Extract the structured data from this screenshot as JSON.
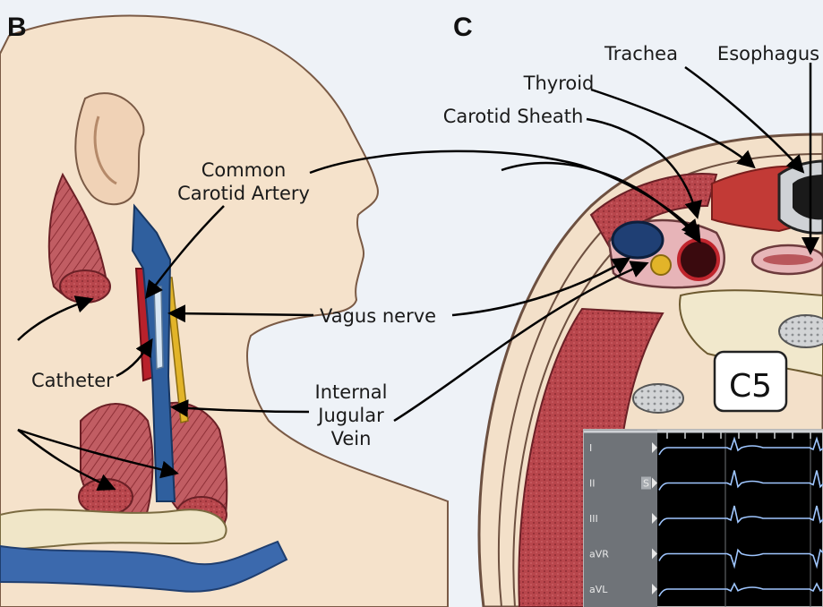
{
  "panels": {
    "left": "B",
    "right": "C"
  },
  "labels_left": {
    "cca_line1": "Common",
    "cca_line2": "Carotid Artery",
    "vagus": "Vagus nerve",
    "catheter": "Catheter",
    "ijv_line1": "Internal",
    "ijv_line2": "Jugular",
    "ijv_line3": "Vein"
  },
  "labels_right": {
    "trachea": "Trachea",
    "esophagus": "Esophagus",
    "thyroid": "Thyroid",
    "carotid_sheath": "Carotid Sheath",
    "vertebra": "C5"
  },
  "ecg": {
    "leads": [
      "I",
      "II",
      "III",
      "aVR",
      "aVL"
    ],
    "marker": "S",
    "colors": {
      "background": "#000000",
      "trace": "#9fc6ff",
      "sidebar": "#6f7378"
    }
  },
  "colors": {
    "skin": "#f3e0c9",
    "muscle": "#b5525a",
    "artery": "#b8212b",
    "vein": "#2f5f9e",
    "nerve": "#e2b429",
    "bone": "#f1e8cc"
  }
}
